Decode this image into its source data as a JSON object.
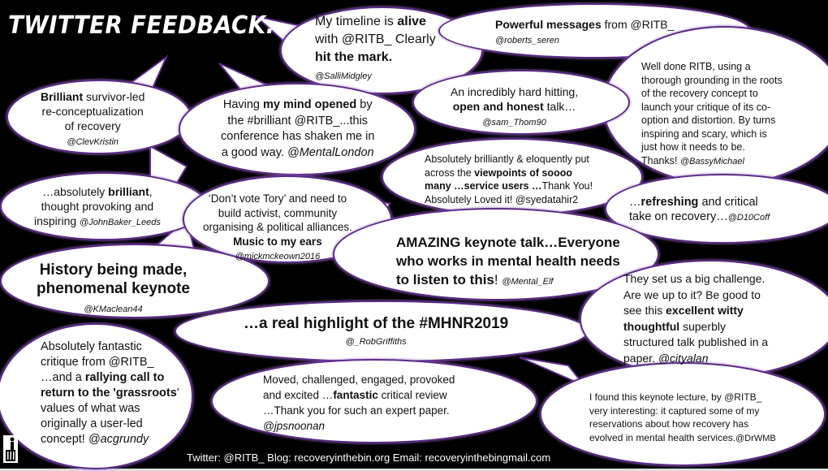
{
  "title": "TWITTER FEEDBACK...",
  "colors": {
    "background": "#000000",
    "bubble_fill": "#ffffff",
    "bubble_border": "#5b2a86"
  },
  "bubbles": [
    {
      "lines": [
        [
          {
            "text": "My timeline is "
          },
          {
            "text": "alive",
            "bold": true
          }
        ],
        [
          {
            "text": "with @RITB_ Clearly"
          }
        ],
        [
          {
            "text": "hit the mark.",
            "bold": true
          }
        ],
        [
          {
            "text": "@SalliMidgley",
            "italic": true,
            "small": true
          }
        ]
      ]
    },
    {
      "lines": [
        [
          {
            "text": "Powerful messages",
            "bold": true
          },
          {
            "text": " from @RITB_"
          }
        ],
        [
          {
            "text": "@roberts_seren",
            "italic": true,
            "small": true
          }
        ]
      ]
    },
    {
      "lines": [
        [
          {
            "text": "Well done RITB, using a"
          }
        ],
        [
          {
            "text": "thorough grounding in the roots"
          }
        ],
        [
          {
            "text": "of the recovery concept to"
          }
        ],
        [
          {
            "text": "launch your critique of its co-"
          }
        ],
        [
          {
            "text": "option and distortion. By turns"
          }
        ],
        [
          {
            "text": "inspiring and scary, which is"
          }
        ],
        [
          {
            "text": "just how it needs to be."
          }
        ],
        [
          {
            "text": "Thanks! "
          },
          {
            "text": "@BassyMichael",
            "italic": true,
            "small": true
          }
        ]
      ]
    },
    {
      "lines": [
        [
          {
            "text": "An incredibly hard hitting,"
          }
        ],
        [
          {
            "text": "open and honest",
            "bold": true
          },
          {
            "text": " talk…"
          }
        ],
        [
          {
            "text": "@sam_Thom90",
            "italic": true,
            "small": true
          }
        ]
      ]
    },
    {
      "lines": [
        [
          {
            "text": "Brilliant",
            "bold": true
          },
          {
            "text": " survivor-led"
          }
        ],
        [
          {
            "text": "re-conceptualization"
          }
        ],
        [
          {
            "text": "of recovery"
          }
        ],
        [
          {
            "text": "@ClevKristin",
            "italic": true,
            "small": true
          }
        ]
      ]
    },
    {
      "lines": [
        [
          {
            "text": "Having "
          },
          {
            "text": "my mind opened",
            "bold": true
          },
          {
            "text": " by"
          }
        ],
        [
          {
            "text": "the #brilliant @RITB_...this"
          }
        ],
        [
          {
            "text": "conference has shaken me in"
          }
        ],
        [
          {
            "text": "a good way. "
          },
          {
            "text": "@MentalLondon",
            "italic": true
          }
        ]
      ]
    },
    {
      "lines": [
        [
          {
            "text": "Absolutely brilliantly & eloquently put"
          }
        ],
        [
          {
            "text": "across the "
          },
          {
            "text": "viewpoints of soooo",
            "bold": true
          }
        ],
        [
          {
            "text": "many …service users …",
            "bold": true
          },
          {
            "text": "Thank You!"
          }
        ],
        [
          {
            "text": "Absolutely Loved it! @syedatahir2"
          }
        ]
      ]
    },
    {
      "lines": [
        [
          {
            "text": "…"
          },
          {
            "text": "refreshing",
            "bold": true
          },
          {
            "text": " and critical"
          }
        ],
        [
          {
            "text": "take on recovery…"
          },
          {
            "text": "@D10Coff",
            "italic": true,
            "small": true
          }
        ]
      ]
    },
    {
      "lines": [
        [
          {
            "text": "…absolutely "
          },
          {
            "text": "brilliant",
            "bold": true
          },
          {
            "text": ","
          }
        ],
        [
          {
            "text": "thought provoking and"
          }
        ],
        [
          {
            "text": "inspiring "
          },
          {
            "text": "@JohnBaker_Leeds",
            "italic": true,
            "small": true
          }
        ]
      ]
    },
    {
      "lines": [
        [
          {
            "text": "‘Don’t vote Tory’ and need to"
          }
        ],
        [
          {
            "text": "build activist, community"
          }
        ],
        [
          {
            "text": "organising & political alliances."
          }
        ],
        [
          {
            "text": "Music to my ears",
            "bold": true
          }
        ],
        [
          {
            "text": "@mickmckeown2016",
            "italic": true,
            "small": true
          }
        ]
      ]
    },
    {
      "lines": [
        [
          {
            "text": "AMAZING keynote talk…Everyone",
            "bold": true
          }
        ],
        [
          {
            "text": "who works in mental health needs",
            "bold": true
          }
        ],
        [
          {
            "text": "to listen to this",
            "bold": true
          },
          {
            "text": "! "
          },
          {
            "text": "@Mental_Elf",
            "italic": true,
            "small": true
          }
        ]
      ]
    },
    {
      "lines": [
        [
          {
            "text": "History being made,",
            "bold": true
          }
        ],
        [
          {
            "text": "phenomenal keynote",
            "bold": true
          }
        ],
        [
          {
            "text": "@KMaclean44",
            "italic": true,
            "small": true
          }
        ]
      ]
    },
    {
      "lines": [
        [
          {
            "text": "…a real highlight of the #MHNR2019",
            "bold": true
          }
        ],
        [
          {
            "text": "@_RobGriffiths",
            "italic": true,
            "small": true
          }
        ]
      ]
    },
    {
      "lines": [
        [
          {
            "text": "They set us a big challenge."
          }
        ],
        [
          {
            "text": "Are we up to it? Be good to"
          }
        ],
        [
          {
            "text": "see this "
          },
          {
            "text": "excellent witty",
            "bold": true
          }
        ],
        [
          {
            "text": "thoughtful",
            "bold": true
          },
          {
            "text": " superbly"
          }
        ],
        [
          {
            "text": "structured talk published in a"
          }
        ],
        [
          {
            "text": "paper. "
          },
          {
            "text": "@cityalan",
            "italic": true
          }
        ]
      ]
    },
    {
      "lines": [
        [
          {
            "text": "Absolutely fantastic"
          }
        ],
        [
          {
            "text": "critique from @RITB_"
          }
        ],
        [
          {
            "text": "…and a "
          },
          {
            "text": "rallying call to",
            "bold": true
          }
        ],
        [
          {
            "text": "return to the 'grassroots",
            "bold": true
          },
          {
            "text": "'"
          }
        ],
        [
          {
            "text": "values of what was"
          }
        ],
        [
          {
            "text": "originally a user-led"
          }
        ],
        [
          {
            "text": "concept! "
          },
          {
            "text": "@acgrundy",
            "italic": true
          }
        ]
      ]
    },
    {
      "lines": [
        [
          {
            "text": "Moved, challenged, engaged, provoked"
          }
        ],
        [
          {
            "text": "and excited …"
          },
          {
            "text": "fantastic",
            "bold": true
          },
          {
            "text": " critical review"
          }
        ],
        [
          {
            "text": "…Thank you for such an expert paper."
          }
        ],
        [
          {
            "text": "@jpsnoonan",
            "italic": true
          }
        ]
      ]
    },
    {
      "lines": [
        [
          {
            "text": "I found this keynote lecture, by @RITB_"
          }
        ],
        [
          {
            "text": "very interesting: it captured some of my"
          }
        ],
        [
          {
            "text": "reservations about how recovery has"
          }
        ],
        [
          {
            "text": "evolved in mental health services."
          },
          {
            "text": "@DrWMB",
            "small": true
          }
        ]
      ]
    }
  ],
  "footer": "Twitter: @RITB_  Blog: recoveryinthebin.org Email: recoveryinthebingmail.com",
  "logo": {
    "icon": "person-bin-icon"
  }
}
